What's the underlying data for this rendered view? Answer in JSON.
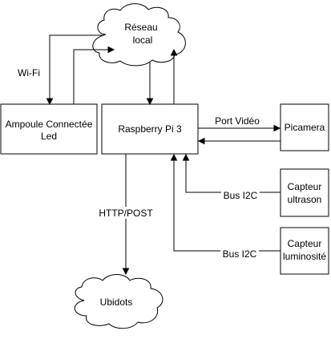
{
  "nodes": {
    "reseau": {
      "line1": "Réseau",
      "line2": "local"
    },
    "ampoule": {
      "line1": "Ampoule Connectée",
      "line2": "Led"
    },
    "raspberry": {
      "label": "Raspberry Pi 3"
    },
    "picamera": {
      "label": "Picamera"
    },
    "ultrason": {
      "line1": "Capteur",
      "line2": "ultrason"
    },
    "luminosite": {
      "line1": "Capteur",
      "line2": "luminosité"
    },
    "ubidots": {
      "label": "Ubidots"
    }
  },
  "edges": {
    "wifi": "Wi-Fi",
    "port_video": "Port Vidéo",
    "http_post": "HTTP/POST",
    "bus_i2c_1": "Bus I2C",
    "bus_i2c_2": "Bus I2C"
  }
}
